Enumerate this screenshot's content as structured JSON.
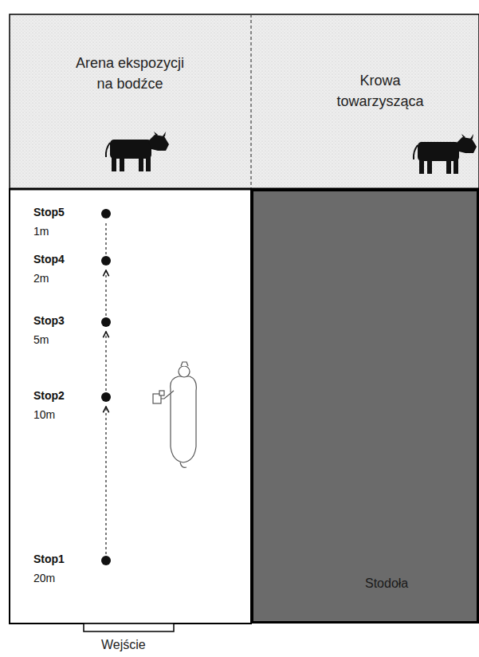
{
  "diagram": {
    "nodes": [
      {
        "text": [
          "Arena ekspozycji na bodźce"
        ]
      },
      {
        "text": [
          "Krowa towarzysząca"
        ]
      },
      {
        "text": [
          "Stop5",
          "1m"
        ]
      },
      {
        "text": [
          "Stop4",
          "2m"
        ]
      },
      {
        "text": [
          "Stop3",
          "5m"
        ]
      },
      {
        "text": [
          "Stop2",
          "10m"
        ]
      },
      {
        "text": [
          "Stop1",
          "20m"
        ]
      },
      {
        "text": [
          "Stodoła"
        ]
      }
    ],
    "edges": [
      {
        "from": 6,
        "to": 5,
        "arrow": "to"
      },
      {
        "from": 5,
        "to": 4,
        "arrow": "to"
      },
      {
        "from": 4,
        "to": 3,
        "arrow": "to"
      },
      {
        "from": 3,
        "to": 2,
        "arrow": "none"
      }
    ],
    "labels": [
      "Wejście"
    ]
  }
}
